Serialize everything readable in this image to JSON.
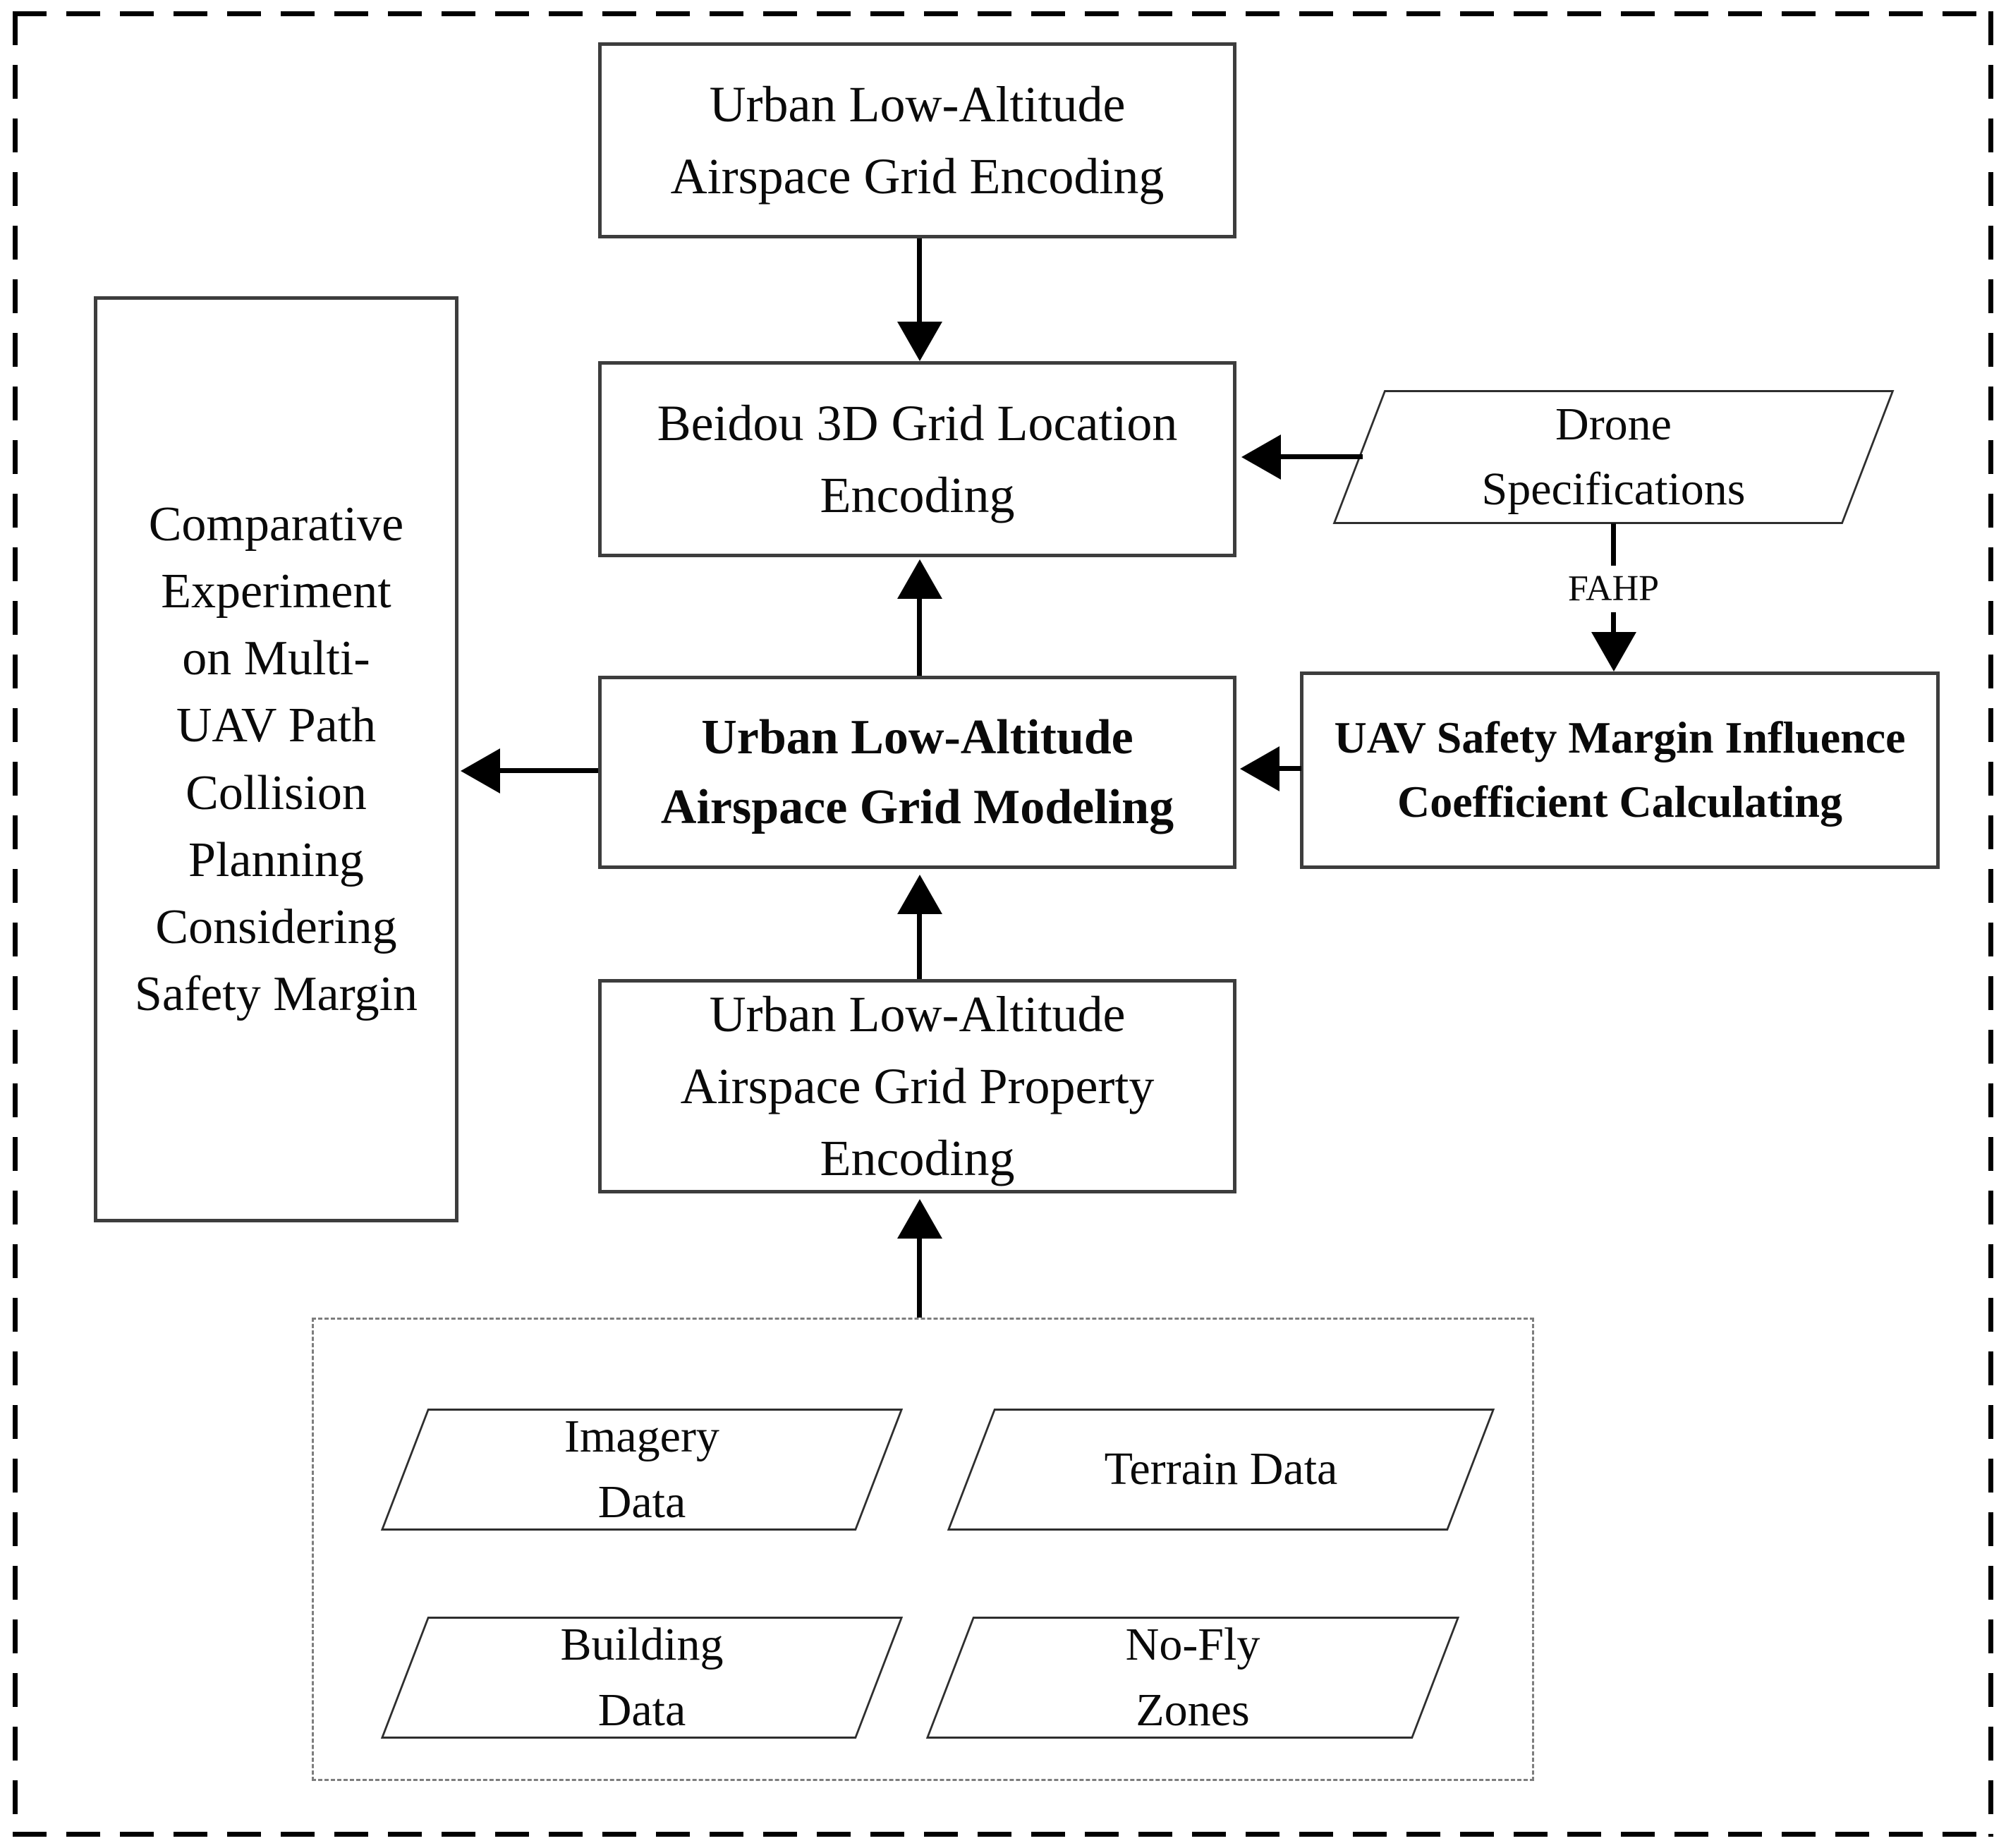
{
  "diagram": {
    "description": "Flowchart of urban low-altitude airspace grid modeling for multi-UAV path planning",
    "nodes": {
      "grid_encoding": {
        "label": "Urban Low-Altitude\nAirspace Grid Encoding",
        "shape": "rectangle"
      },
      "beidou": {
        "label": "Beidou 3D Grid Location\nEncoding",
        "shape": "rectangle"
      },
      "drone_specs": {
        "label": "Drone\nSpecifications",
        "shape": "parallelogram"
      },
      "uav_safety": {
        "label": "UAV Safety Margin Influence\nCoefficient Calculating",
        "shape": "rectangle",
        "emphasis": "bold"
      },
      "grid_modeling": {
        "label": "Urban Low-Altitude\nAirspace Grid Modeling",
        "shape": "rectangle",
        "emphasis": "bold"
      },
      "comparative": {
        "label": "Comparative\nExperiment\non Multi-\nUAV Path\nCollision\nPlanning\nConsidering\nSafety Margin",
        "shape": "rectangle"
      },
      "property_encoding": {
        "label": "Urban Low-Altitude\nAirspace Grid Property\nEncoding",
        "shape": "rectangle"
      },
      "imagery": {
        "label": "Imagery\nData",
        "shape": "parallelogram"
      },
      "terrain": {
        "label": "Terrain Data",
        "shape": "parallelogram"
      },
      "building": {
        "label": "Building\nData",
        "shape": "parallelogram"
      },
      "no_fly": {
        "label": "No-Fly\nZones",
        "shape": "parallelogram"
      }
    },
    "edge_labels": {
      "fahp": "FAHP"
    },
    "edges": [
      {
        "from": "grid_encoding",
        "to": "beidou",
        "label": ""
      },
      {
        "from": "drone_specs",
        "to": "beidou",
        "label": ""
      },
      {
        "from": "drone_specs",
        "to": "uav_safety",
        "label": "FAHP"
      },
      {
        "from": "uav_safety",
        "to": "grid_modeling",
        "label": ""
      },
      {
        "from": "grid_modeling",
        "to": "beidou",
        "label": ""
      },
      {
        "from": "grid_modeling",
        "to": "comparative",
        "label": ""
      },
      {
        "from": "property_encoding",
        "to": "grid_modeling",
        "label": ""
      },
      {
        "from": "data_sources_group",
        "to": "property_encoding",
        "label": ""
      }
    ],
    "groups": {
      "data_sources": {
        "members": [
          "imagery",
          "terrain",
          "building",
          "no_fly"
        ],
        "style": "dashed"
      }
    },
    "colors": {
      "line": "#000000",
      "box_border": "#3d3d3d",
      "group_border": "#7d7d7d",
      "background": "#ffffff",
      "text": "#0a0a0a"
    }
  }
}
